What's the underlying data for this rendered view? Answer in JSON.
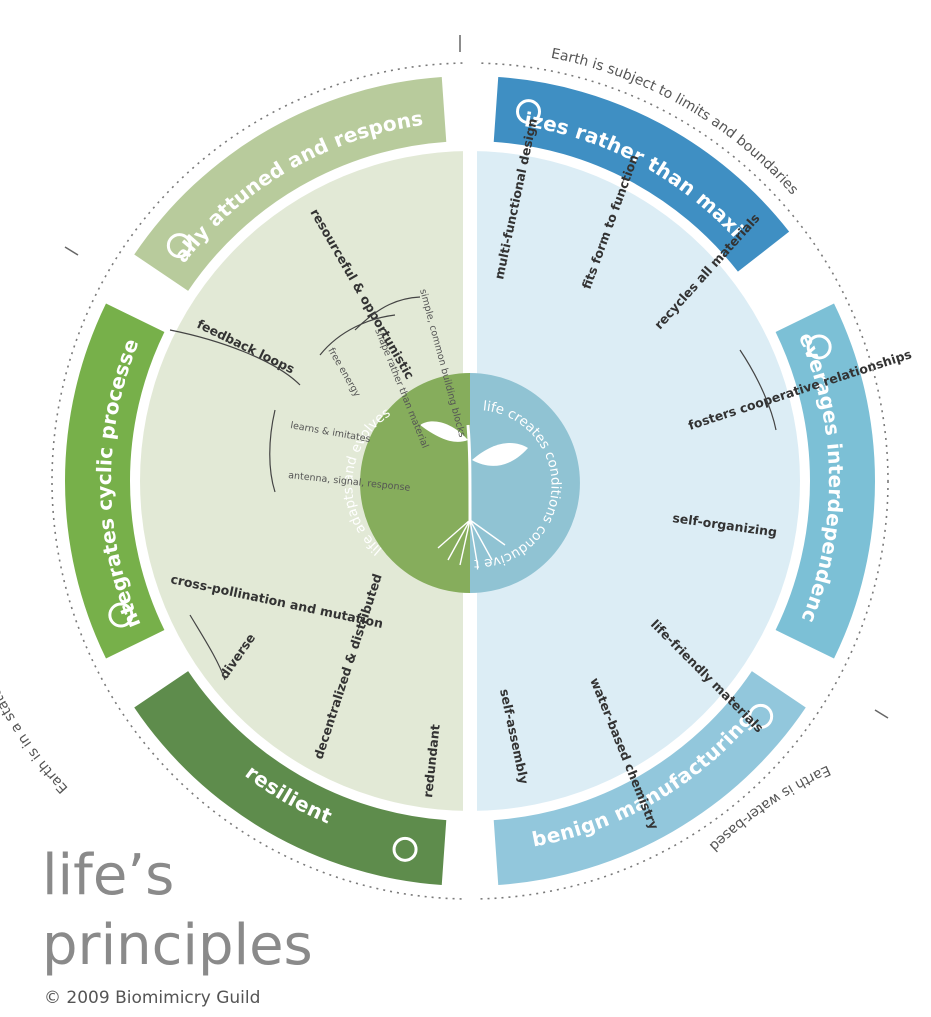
{
  "title": {
    "line1": "life’s",
    "line2": "principles"
  },
  "copyright": "© 2009 Biomimicry Guild",
  "outer_ring": [
    {
      "text": "Earth is subject to limits and boundaries"
    },
    {
      "text": "Earth is in a state of dynamic non-equilibrium"
    },
    {
      "text": "Earth is water-based"
    }
  ],
  "hub": {
    "left": "life adapts and evolves",
    "right": "life creates conditions conducive to life"
  },
  "segments": [
    {
      "label": "optimizes rather than maximizes",
      "icon": "dots-ring-icon",
      "color": "#3f8fc3",
      "subs": [
        {
          "text": "multi-functional design"
        },
        {
          "text": "fits form to function"
        },
        {
          "text": "recycles all materials"
        }
      ]
    },
    {
      "label": "leverages interdependence",
      "icon": "link-loops-icon",
      "color": "#7cc0d6",
      "subs": [
        {
          "text": "fosters cooperative relationships"
        },
        {
          "text": "self-organizing"
        }
      ]
    },
    {
      "label": "benign manufacturing",
      "icon": "drop-icon",
      "color": "#92c7dc",
      "subs": [
        {
          "text": "life-friendly materials"
        },
        {
          "text": "water-based chemistry"
        },
        {
          "text": "self-assembly"
        }
      ]
    },
    {
      "label": "resilient",
      "icon": "bubbles-icon",
      "color": "#5e8c4c",
      "subs": [
        {
          "text": "redundant"
        },
        {
          "text": "decentralized & distributed"
        },
        {
          "text": "diverse"
        }
      ]
    },
    {
      "label": "integrates cyclic processes",
      "icon": "cycle-arrow-icon",
      "color": "#77b04a",
      "subs": [
        {
          "text": "cross-pollination and mutation"
        },
        {
          "text": "feedback loops"
        }
      ]
    },
    {
      "label": "locally attuned and responsive",
      "icon": "flame-icon",
      "color": "#b8cb9c",
      "subs": [
        {
          "text": "resourceful & opportunistic"
        }
      ]
    }
  ],
  "tiny_labels": [
    {
      "text": "learns & imitates"
    },
    {
      "text": "antenna, signal, response"
    },
    {
      "text": "free energy"
    },
    {
      "text": "shape rather than material"
    },
    {
      "text": "simple, common building blocks"
    }
  ],
  "colors": {
    "left_inner": "#e2e9d6",
    "right_inner": "#dcedf5",
    "hub_left": "#86ad5c",
    "hub_right": "#90c3d3",
    "title": "#8a8a8a"
  }
}
